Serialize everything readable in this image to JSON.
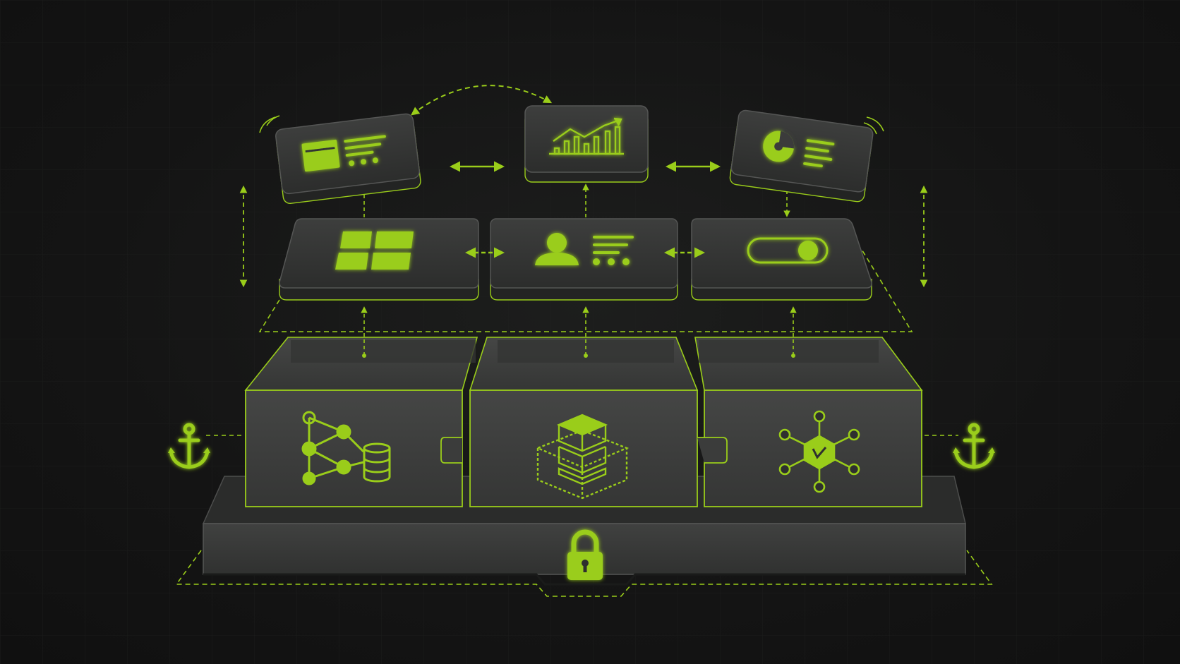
{
  "colors": {
    "background": "#141414",
    "accent": "#9acd1a",
    "accent_dim": "#7aa515",
    "tile_top": "#3a3b3a",
    "tile_side": "#262726",
    "block_face": "#3f403f",
    "block_top": "#2e2f2e",
    "base_face": "#3a3b3a"
  },
  "diagram": {
    "top_cards": [
      {
        "id": "browser-window",
        "icon": "browser-window-icon"
      },
      {
        "id": "growth-chart",
        "icon": "line-bar-chart-icon"
      },
      {
        "id": "pie-report",
        "icon": "pie-chart-icon"
      }
    ],
    "middle_tiles": [
      {
        "id": "grid-layout",
        "icon": "grid-squares-icon"
      },
      {
        "id": "user-profile",
        "icon": "user-profile-icon"
      },
      {
        "id": "toggle-switch",
        "icon": "toggle-switch-icon"
      }
    ],
    "foundation_blocks": [
      {
        "id": "data-network",
        "icon": "network-database-icon"
      },
      {
        "id": "stacked-layers",
        "icon": "stacked-cubes-icon"
      },
      {
        "id": "hub-network",
        "icon": "hexagon-hub-icon"
      }
    ],
    "base_icon": "padlock-icon",
    "anchor_icons": [
      "anchor-icon",
      "anchor-icon"
    ]
  }
}
